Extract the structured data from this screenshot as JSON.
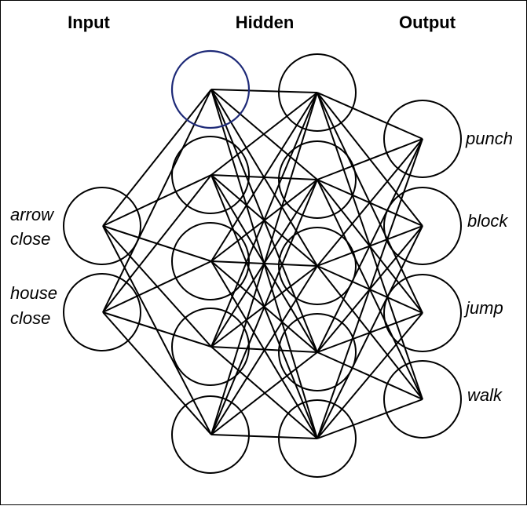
{
  "layers": {
    "input": {
      "title": "Input",
      "nodes": [
        {
          "label_lines": [
            "arrow",
            "close"
          ]
        },
        {
          "label_lines": [
            "house",
            "close"
          ]
        }
      ]
    },
    "hidden1": {
      "title": "Hidden",
      "nodes": [
        {
          "highlighted": true
        },
        {},
        {},
        {},
        {}
      ]
    },
    "hidden2": {
      "nodes": [
        {},
        {},
        {},
        {},
        {}
      ]
    },
    "output": {
      "title": "Output",
      "nodes": [
        {
          "label_lines": [
            "punch"
          ]
        },
        {
          "label_lines": [
            "block"
          ]
        },
        {
          "label_lines": [
            "jump"
          ]
        },
        {
          "label_lines": [
            "walk"
          ]
        }
      ]
    }
  },
  "colors": {
    "stroke": "#000000",
    "highlight": "#1e2a78",
    "background": "#ffffff"
  }
}
